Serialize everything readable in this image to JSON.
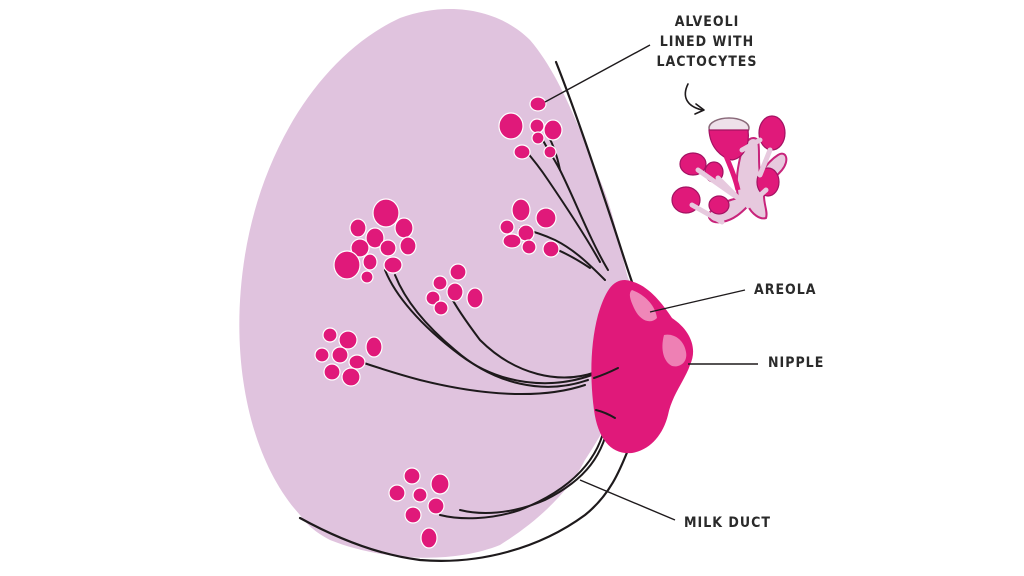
{
  "labels": {
    "alveoli": [
      "ALVEOLI",
      "LINED WITH",
      "LACTOCYTES"
    ],
    "areola": "AREOLA",
    "nipple": "NIPPLE",
    "milk_duct": "MILK DUCT"
  },
  "colors": {
    "breast": "#e0c3de",
    "magenta": "#e0197a",
    "light_pink": "#f3a3c8",
    "line": "#1e1a1c",
    "alveolus_interior": "#e7c9de"
  }
}
